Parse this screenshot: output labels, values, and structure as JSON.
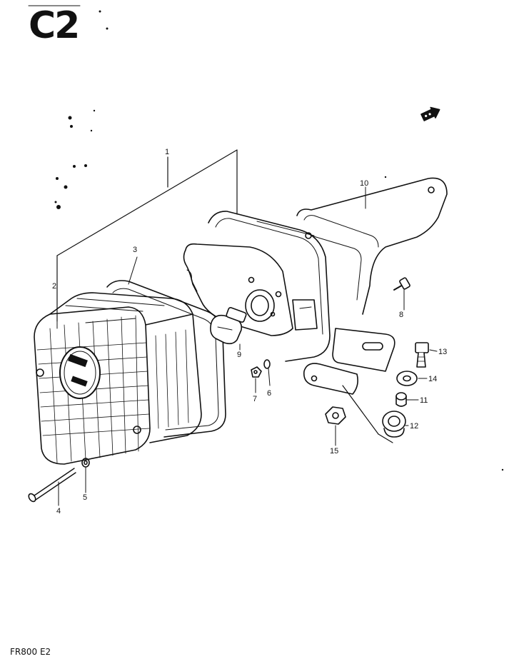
{
  "header": {
    "plate_code": "C2"
  },
  "footer": {
    "model_code": "FR800 E2"
  },
  "callouts": [
    "1",
    "2",
    "3",
    "4",
    "5",
    "6",
    "7",
    "8",
    "9",
    "10",
    "11",
    "12",
    "13",
    "14",
    "15"
  ],
  "colors": {
    "ink": "#111111",
    "paper": "#ffffff"
  }
}
